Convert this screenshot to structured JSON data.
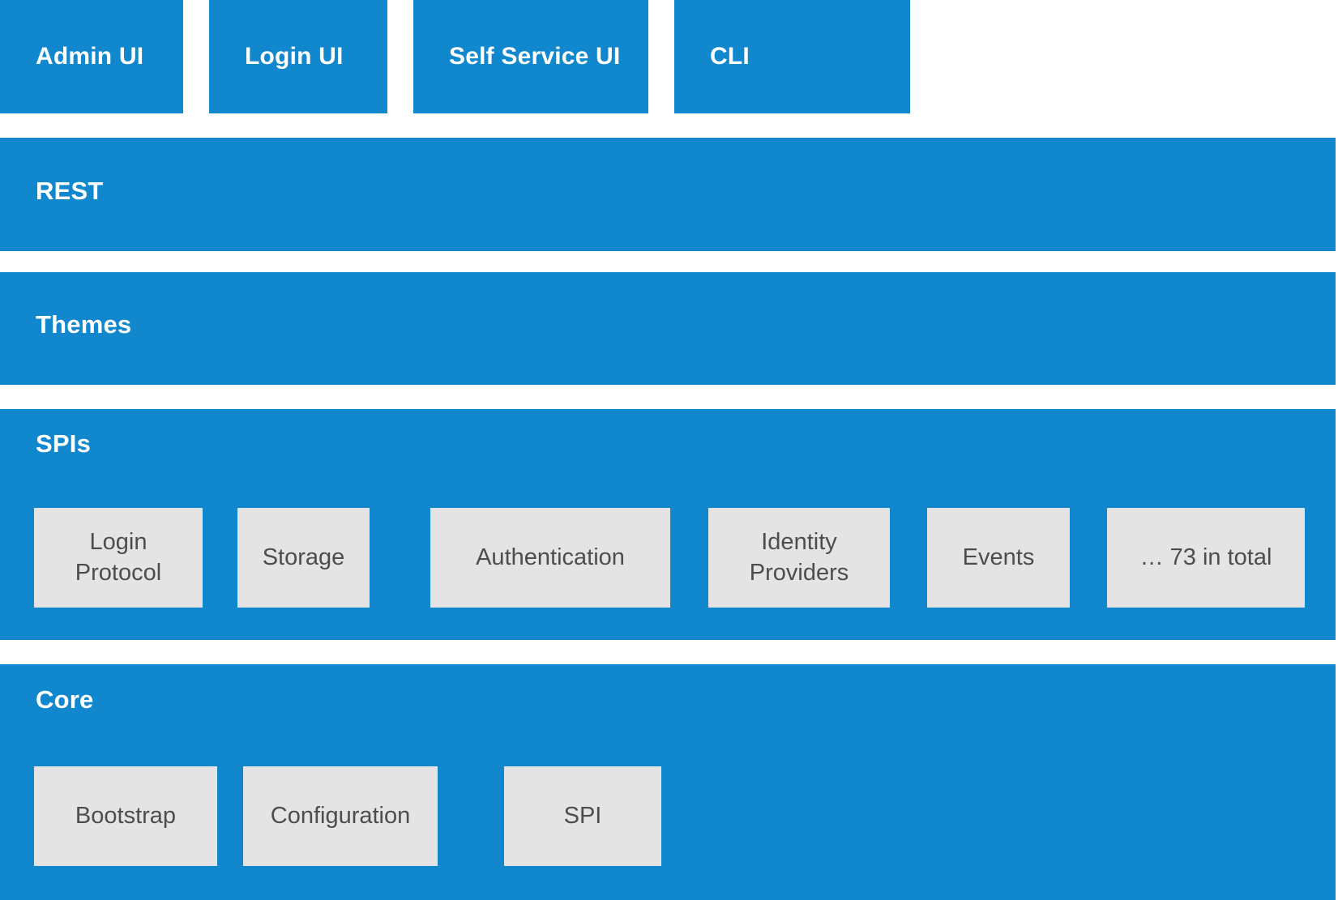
{
  "colors": {
    "primary_blue": "#1188ce",
    "component_gray": "#e4e4e4",
    "component_text": "#4d4d4d",
    "band_label_text": "#ffffff",
    "background": "#ffffff"
  },
  "clients": {
    "items": [
      {
        "label": "Admin UI"
      },
      {
        "label": "Login UI"
      },
      {
        "label": "Self Service UI"
      },
      {
        "label": "CLI"
      }
    ]
  },
  "layers": [
    {
      "key": "rest",
      "label": "REST",
      "components": []
    },
    {
      "key": "themes",
      "label": "Themes",
      "components": []
    },
    {
      "key": "spis",
      "label": "SPIs",
      "components": [
        {
          "label": "Login\nProtocol"
        },
        {
          "label": "Storage"
        },
        {
          "label": "Authentication"
        },
        {
          "label": "Identity\nProviders"
        },
        {
          "label": "Events"
        },
        {
          "label": "… 73 in total"
        }
      ]
    },
    {
      "key": "core",
      "label": "Core",
      "components": [
        {
          "label": "Bootstrap"
        },
        {
          "label": "Configuration"
        },
        {
          "label": "SPI"
        }
      ]
    }
  ]
}
